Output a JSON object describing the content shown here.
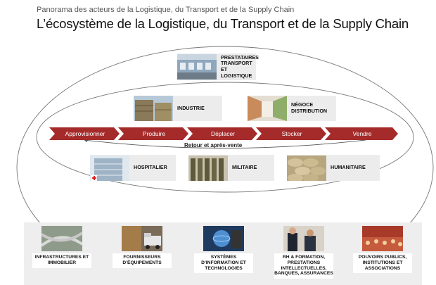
{
  "header": {
    "subtitle": "Panorama des acteurs de la Logistique, du Transport et de la Supply Chain",
    "title": "L’écosystème de la Logistique, du Transport et de la Supply Chain"
  },
  "outer_actors": [
    {
      "label": "PRESTATAIRES TRANSPORT ET LOGISTIQUE",
      "image": "warehouse-trucks-image"
    },
    {
      "label": "INDUSTRIE",
      "image": "industrial-stacks-image"
    },
    {
      "label": "NÉGOCE DISTRIBUTION",
      "image": "supermarket-aisle-image"
    }
  ],
  "inner_actors": [
    {
      "label": "HOSPITALIER",
      "image": "hospital-building-image"
    },
    {
      "label": "MILITAIRE",
      "image": "soldiers-image"
    },
    {
      "label": "HUMANITAIRE",
      "image": "aid-sacks-image"
    }
  ],
  "flow_steps": [
    "Approvisionner",
    "Produire",
    "Déplacer",
    "Stocker",
    "Vendre"
  ],
  "return_flow": "Retour et après-vente",
  "support_actors": [
    {
      "label": "INFRASTRUCTURES ET IMMOBILIER",
      "image": "highway-interchange-image"
    },
    {
      "label": "FOURNISSEURS D’ÉQUIPEMENTS",
      "image": "forklift-truck-image"
    },
    {
      "label": "SYSTÈMES D’INFORMATION ET TECHNOLOGIES",
      "image": "tablet-globe-image"
    },
    {
      "label": "RH & FORMATION, PRESTATIONS INTELLECTUELLES, BANQUES, ASSURANCES",
      "image": "business-meeting-image"
    },
    {
      "label": "POUVOIRS PUBLICS, INSTITUTIONS ET ASSOCIATIONS",
      "image": "assembly-crowd-image"
    }
  ],
  "colors": {
    "flow_arrow": "#a52b2b",
    "card_bg": "#ececec",
    "band_bg": "#eeeeee",
    "ellipse_stroke": "#777777"
  }
}
